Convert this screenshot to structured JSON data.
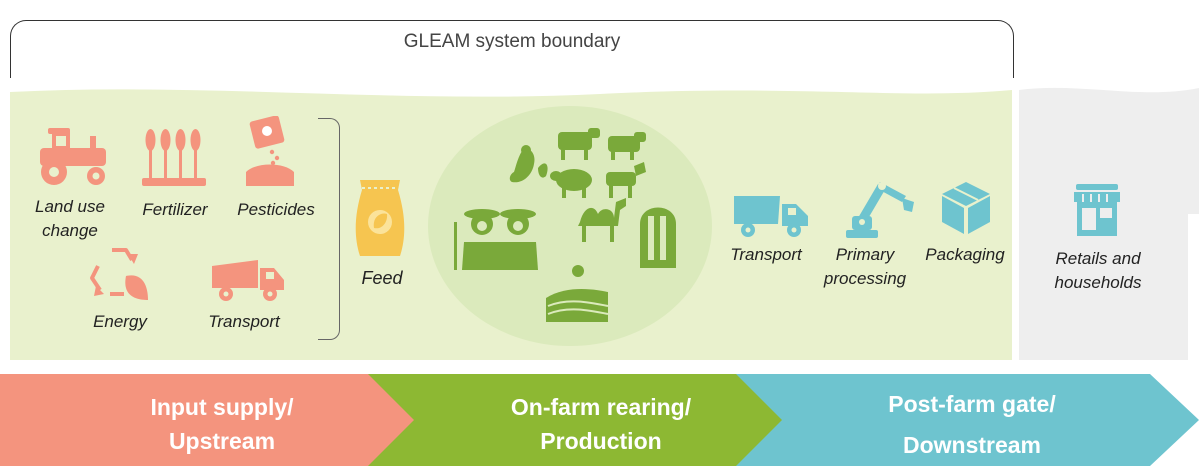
{
  "boundary": {
    "label": "GLEAM system boundary"
  },
  "upstream_items": {
    "land_use": "Land use change",
    "fertilizer": "Fertilizer",
    "pesticides": "Pesticides",
    "energy": "Energy",
    "transport": "Transport"
  },
  "feed": {
    "label": "Feed"
  },
  "downstream_items": {
    "transport": "Transport",
    "processing": "Primary processing",
    "packaging": "Packaging"
  },
  "retail": {
    "label": "Retails and households"
  },
  "stages": [
    {
      "line1": "Input supply/",
      "line2": "Upstream"
    },
    {
      "line1": "On-farm rearing/",
      "line2": "Production"
    },
    {
      "line1": "Post-farm gate/",
      "line2": "Downstream"
    }
  ],
  "colors": {
    "panel": "#e9f1cd",
    "retail_panel": "#eeeeee",
    "salmon": "#f4947e",
    "green": "#8db833",
    "teal": "#6ec4cf",
    "farm_icons": "#7aa93a",
    "feed_bag": "#f6c550"
  }
}
